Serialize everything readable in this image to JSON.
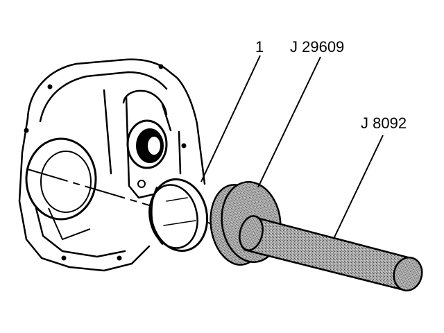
{
  "callouts": {
    "part_1": "1",
    "tool_installer": "J 29609",
    "tool_handle": "J 8092"
  },
  "colors": {
    "line": "#000000",
    "background": "#ffffff",
    "tool_fill": "#9a9a9a"
  }
}
